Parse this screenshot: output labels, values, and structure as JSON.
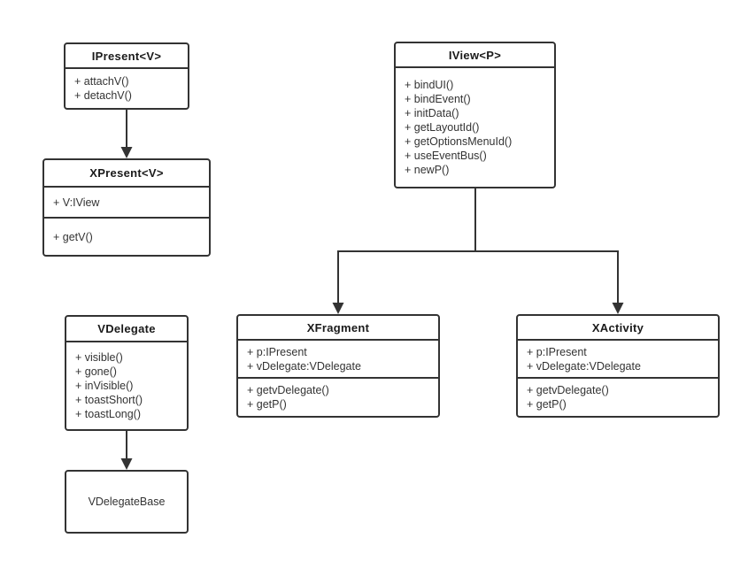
{
  "diagram": {
    "type": "uml-class-diagram",
    "colors": {
      "background": "#ffffff",
      "line": "#333333",
      "box_border": "#333333",
      "title_text": "#1a1a1a",
      "body_text": "#333333"
    },
    "classes": {
      "ipresent": {
        "title": "IPresent<V>",
        "methods": [
          "+ attachV()",
          "+ detachV()"
        ]
      },
      "xpresent": {
        "title": "XPresent<V>",
        "fields": [
          "+ V:IView"
        ],
        "methods": [
          "+ getV()"
        ]
      },
      "iview": {
        "title": "IView<P>",
        "methods": [
          "+ bindUI()",
          "+ bindEvent()",
          "+ initData()",
          "+ getLayoutId()",
          "+ getOptionsMenuId()",
          "+ useEventBus()",
          "+ newP()"
        ]
      },
      "xfragment": {
        "title": "XFragment",
        "fields": [
          "+ p:IPresent",
          "+ vDelegate:VDelegate"
        ],
        "methods": [
          "+ getvDelegate()",
          "+ getP()"
        ]
      },
      "xactivity": {
        "title": "XActivity",
        "fields": [
          "+ p:IPresent",
          "+ vDelegate:VDelegate"
        ],
        "methods": [
          "+ getvDelegate()",
          "+ getP()"
        ]
      },
      "vdelegate": {
        "title": "VDelegate",
        "methods": [
          "+ visible()",
          "+ gone()",
          "+ inVisible()",
          "+ toastShort()",
          "+ toastLong()"
        ]
      },
      "vdelegatebase": {
        "title": "VDelegateBase"
      }
    },
    "relations": [
      {
        "from": "IPresent<V>",
        "to": "XPresent<V>"
      },
      {
        "from": "IView<P>",
        "to": "XFragment"
      },
      {
        "from": "IView<P>",
        "to": "XActivity"
      },
      {
        "from": "VDelegate",
        "to": "VDelegateBase"
      }
    ]
  }
}
